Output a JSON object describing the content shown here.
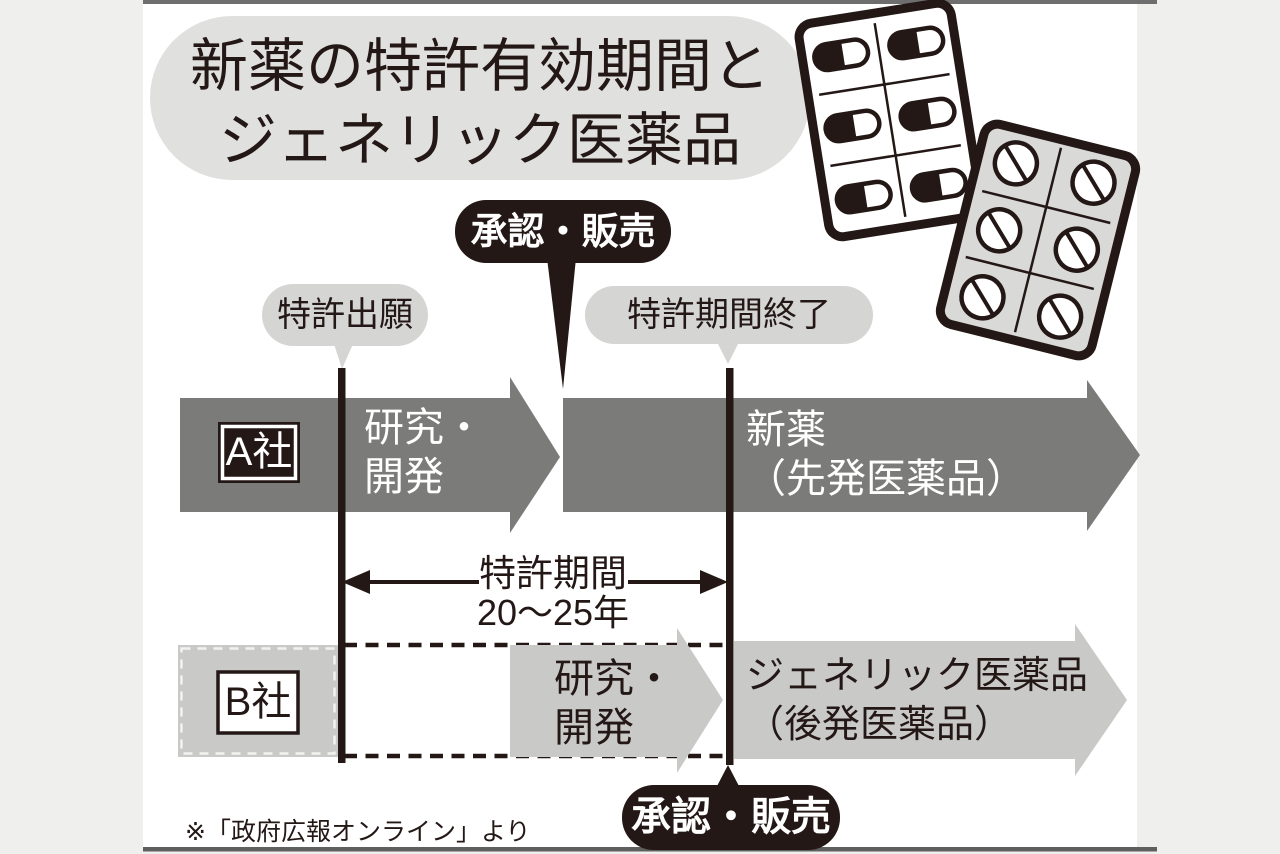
{
  "title": {
    "line1": "新薬の特許有効期間と",
    "line2": "ジェネリック医薬品"
  },
  "balloons": {
    "approval_sale_top": "承認・販売",
    "patent_application": "特許出願",
    "patent_term_end": "特許期間終了",
    "approval_sale_bottom": "承認・販売"
  },
  "company_a": {
    "name": "A社",
    "rnd_line1": "研究・",
    "rnd_line2": "開発",
    "product_line1": "新薬",
    "product_line2": "（先発医薬品）"
  },
  "company_b": {
    "name": "B社",
    "rnd_line1": "研究・",
    "rnd_line2": "開発",
    "product_line1": "ジェネリック医薬品",
    "product_line2": "（後発医薬品）"
  },
  "patent_period": {
    "label": "特許期間",
    "duration": "20〜25年"
  },
  "source_note": "※「政府広報オンライン」より",
  "icons": {
    "top_right_1": "capsule-blister-pack-icon",
    "top_right_2": "tablet-blister-pack-icon"
  },
  "colors": {
    "ink_black": "#231815",
    "dark_band": "#7b7b79",
    "light_band": "#c9c9c8",
    "balloon_gray": "#d5d5d4",
    "title_bg": "#e0e0df",
    "page_margin": "#efefee",
    "content_bg": "#ffffff",
    "rule": "#6e6e6e"
  }
}
